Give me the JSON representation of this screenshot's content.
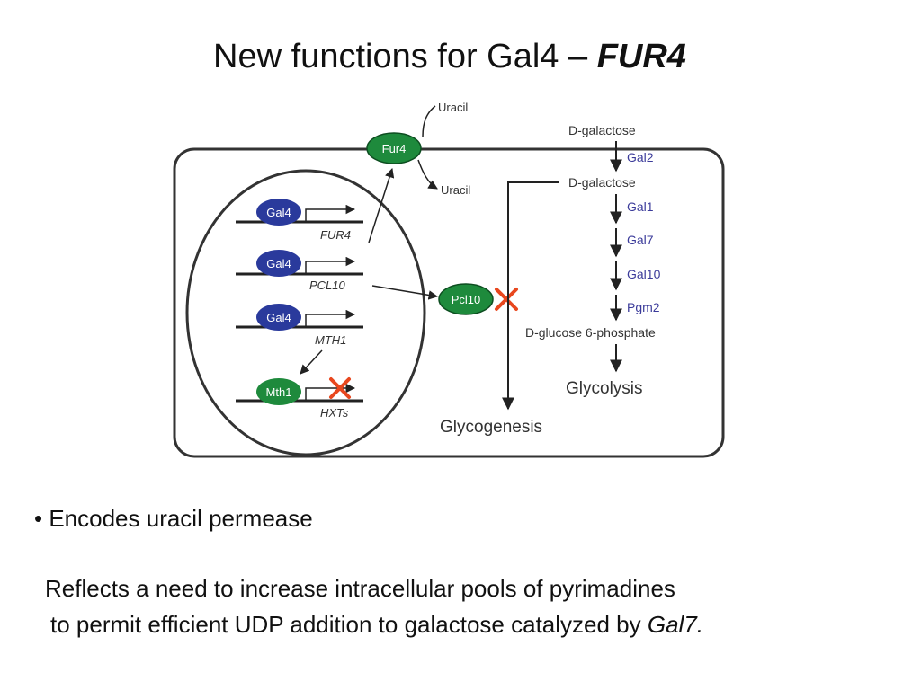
{
  "title": {
    "text": "New functions for Gal4 – ",
    "emphasis": "FUR4"
  },
  "diagram": {
    "extracellular": {
      "uracil_top": "Uracil",
      "uracil_bottom": "Uracil",
      "dgalactose_outer": "D-galactose"
    },
    "transporter": "Fur4",
    "nucleus": {
      "rows": [
        {
          "protein": "Gal4",
          "gene": "FUR4"
        },
        {
          "protein": "Gal4",
          "gene": "PCL10"
        },
        {
          "protein": "Gal4",
          "gene": "MTH1"
        },
        {
          "protein": "Mth1",
          "gene": "HXTs"
        }
      ]
    },
    "pcl10": "Pcl10",
    "pathway": {
      "dgalactose_inner": "D-galactose",
      "enzymes": [
        "Gal2",
        "Gal1",
        "Gal7",
        "Gal10",
        "Pgm2"
      ],
      "product": "D-glucose 6-phosphate",
      "glycolysis": "Glycolysis",
      "glycogenesis": "Glycogenesis"
    },
    "colors": {
      "blue_protein": "#2a3a9c",
      "green_protein": "#1e8a3c",
      "enzyme_text": "#3b3b9a",
      "inhibit_x": "#e8471e",
      "line": "#222222"
    }
  },
  "text": {
    "bullet": "• Encodes uracil permease",
    "line1": "Reflects a need to increase intracellular pools of pyrimadines",
    "line2_prefix": "to permit efficient UDP addition to galactose catalyzed by ",
    "line2_italic": "Gal7."
  }
}
